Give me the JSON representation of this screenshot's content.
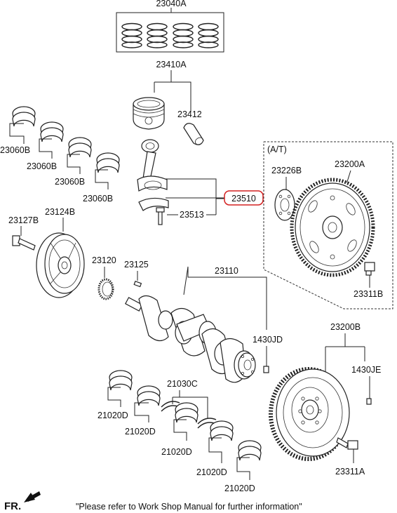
{
  "parts": {
    "piston_ring_set": "23040A",
    "piston_assembly": "23410A",
    "piston_pin": "23412",
    "conrod_bearing_1": "23060B",
    "conrod_bearing_2": "23060B",
    "conrod_bearing_3": "23060B",
    "conrod_bearing_4": "23060B",
    "connecting_rod": "23510",
    "conrod_bolt": "23513",
    "at_group": "(A/T)",
    "adapter_plate": "23226B",
    "drive_plate": "23200A",
    "drive_plate_bolt": "23311B",
    "pulley_bolt": "23127B",
    "damper_pulley": "23124B",
    "sprocket": "23120",
    "key": "23125",
    "crankshaft": "23110",
    "dowel_pin_1": "1430JD",
    "flywheel": "23200B",
    "dowel_pin_2": "1430JE",
    "flywheel_bolt": "23311A",
    "thrust_bearing": "21030C",
    "main_bearing_1": "21020D",
    "main_bearing_2": "21020D",
    "main_bearing_3": "21020D",
    "main_bearing_4": "21020D",
    "main_bearing_5": "21020D"
  },
  "footer": {
    "fr_label": "FR.",
    "note": "\"Please refer to Work Shop Manual for further information\""
  },
  "highlight_color": "#d42020"
}
